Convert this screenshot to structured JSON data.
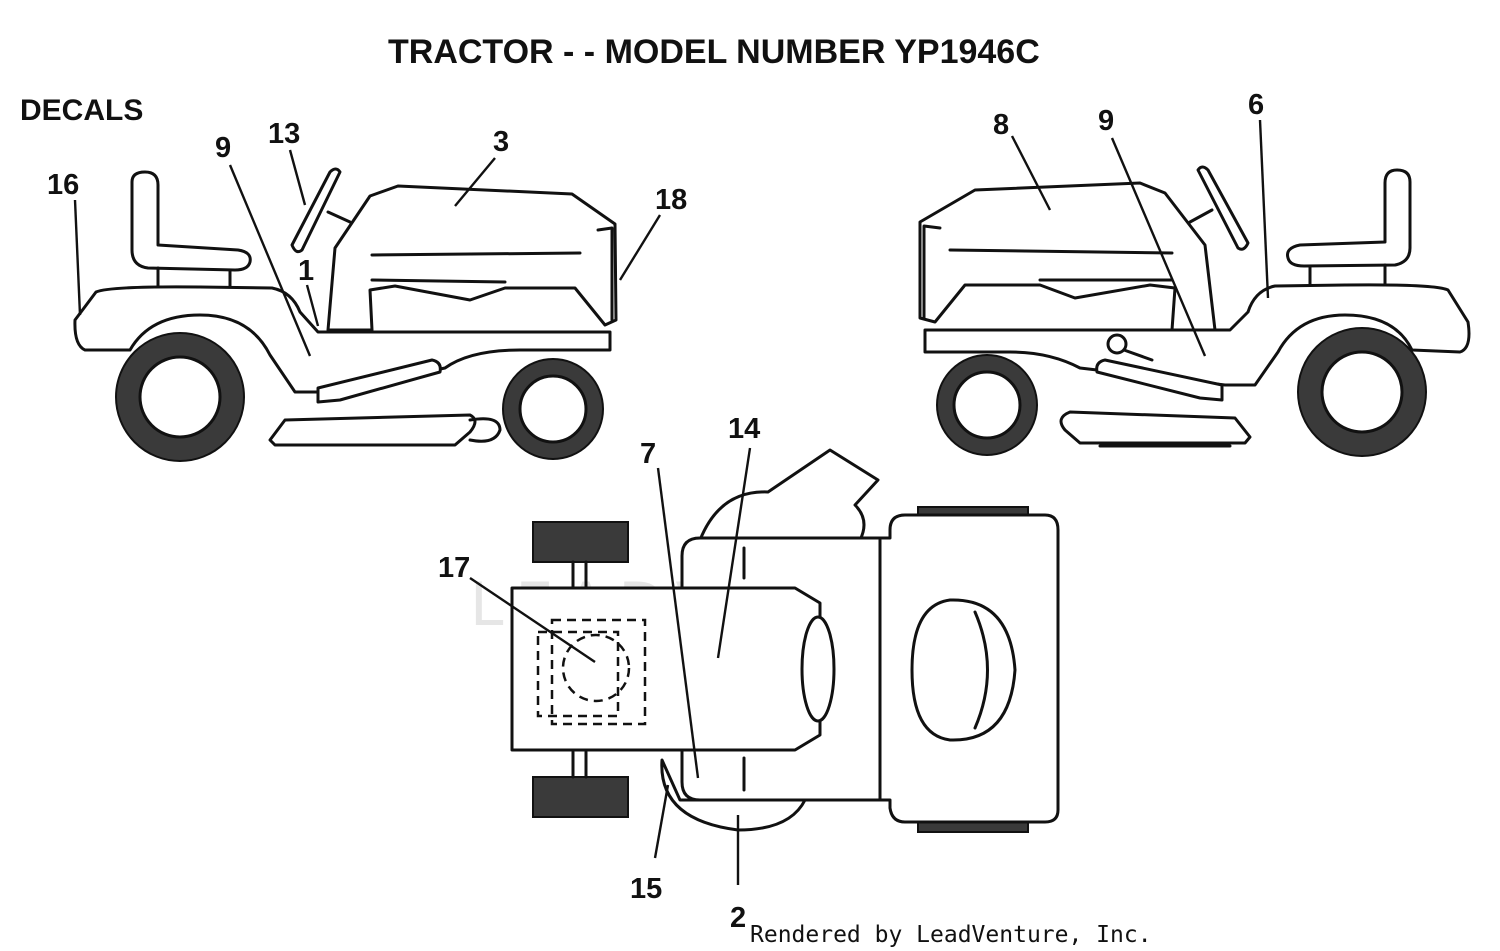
{
  "diagram": {
    "title": "TRACTOR - - MODEL NUMBER YP1946C",
    "section_label": "DECALS",
    "watermark": "LEADVENTURE",
    "credit": "Rendered by LeadVenture, Inc.",
    "callouts": {
      "left_view": [
        "16",
        "9",
        "13",
        "1",
        "3",
        "18"
      ],
      "right_view": [
        "8",
        "9",
        "6"
      ],
      "top_view": [
        "17",
        "7",
        "14",
        "15",
        "2"
      ]
    },
    "colors": {
      "line": "#111111",
      "tire_fill": "#3a3a3a",
      "watermark": "#e6e6e6"
    }
  }
}
